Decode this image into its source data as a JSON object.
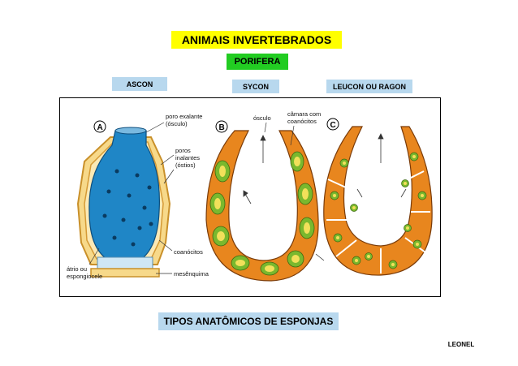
{
  "header": {
    "title": "ANIMAIS INVERTEBRADOS",
    "group": "PORIFERA"
  },
  "types": {
    "ascon": "ASCON",
    "sycon": "SYCON",
    "leucon": "LEUCON OU RAGON"
  },
  "figure": {
    "panel_a": "A",
    "panel_b": "B",
    "panel_c": "C",
    "labels": {
      "poro_exalante": "poro exalante",
      "osculo_paren": "(ósculo)",
      "poros": "poros",
      "inalantes": "inalantes",
      "ostios": "(óstios)",
      "coanocitos": "coanócitos",
      "atrio": "átrio ou",
      "espongiocele": "espongiocele",
      "mesenquima": "mesênquima",
      "osculo": "ósculo",
      "camara": "câmara com",
      "coanocitos_b": "coanócitos"
    },
    "colors": {
      "ascon_body": "#1f86c6",
      "wall_orange": "#e8861e",
      "chamber_green": "#7ab82e",
      "cell_yellow": "#f2e05a"
    }
  },
  "footer": {
    "subtitle": "TIPOS ANATÔMICOS DE ESPONJAS",
    "author": "LEONEL"
  }
}
